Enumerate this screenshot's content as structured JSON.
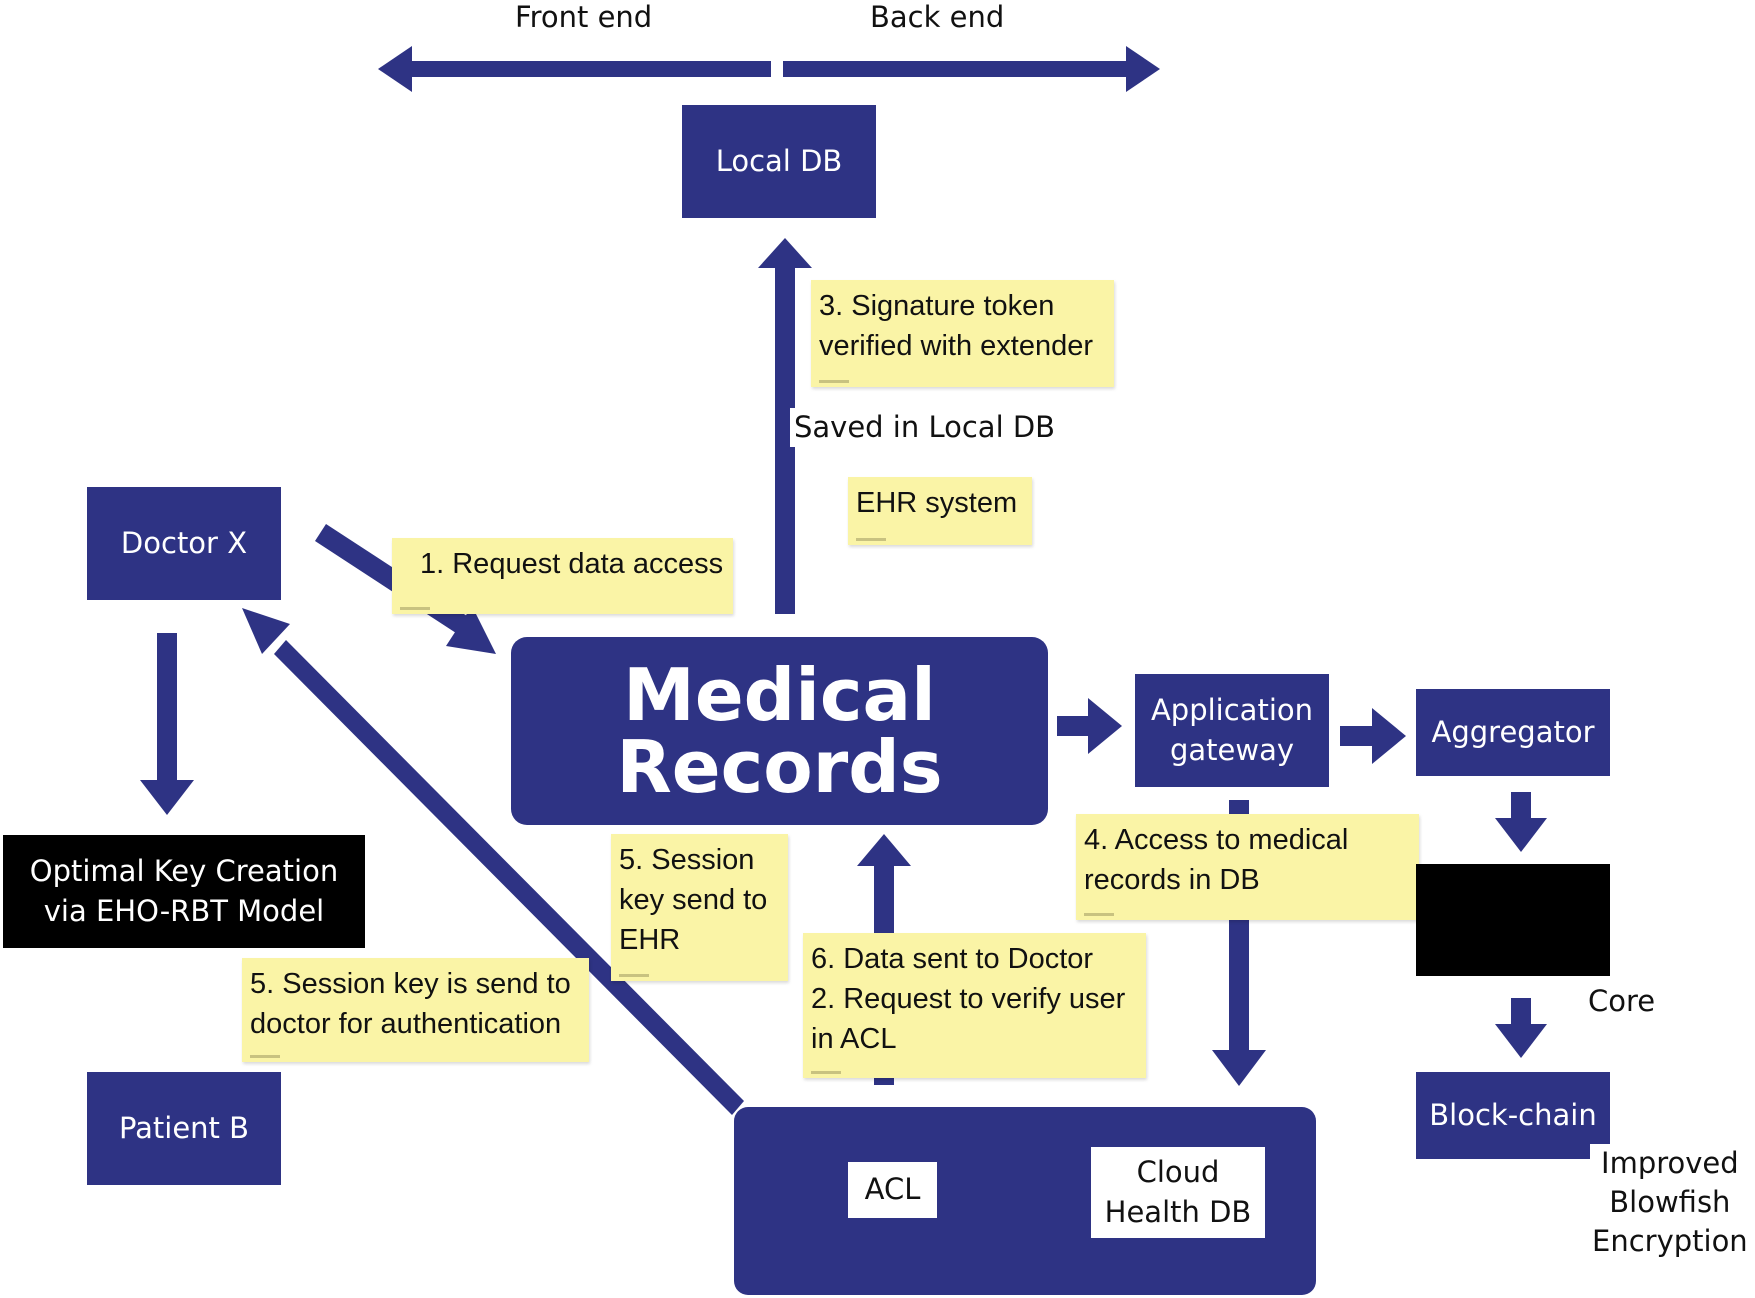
{
  "header": {
    "front_end": "Front end",
    "back_end": "Back end"
  },
  "nodes": {
    "local_db": "Local DB",
    "doctor_x": "Doctor X",
    "medical_records_line1": "Medical",
    "medical_records_line2": "Records",
    "app_gateway_line1": "Application",
    "app_gateway_line2": "gateway",
    "aggregator": "Aggregator",
    "key_creation_line1": "Optimal Key Creation",
    "key_creation_line2": "via EHO-RBT Model",
    "patient_b": "Patient B",
    "acl": "ACL",
    "cloud_db_line1": "Cloud",
    "cloud_db_line2": "Health DB",
    "blockchain": "Block-chain"
  },
  "notes": {
    "signature_line1": "3. Signature token",
    "signature_line2": "verified with extender",
    "ehr_system": "EHR system",
    "request_access": "1. Request data access",
    "session_ehr_line1": "5. Session",
    "session_ehr_line2": "key send to",
    "session_ehr_line3": "EHR",
    "access_records_line1": "4. Access to medical",
    "access_records_line2": "records in DB",
    "data_sent_line1": "6. Data sent to Doctor",
    "data_sent_line2": "2. Request to verify user",
    "data_sent_line3": "in ACL",
    "session_doctor_line1": "5. Session key is send to",
    "session_doctor_line2": "doctor for authentication"
  },
  "labels": {
    "saved_local_db": "Saved in Local DB",
    "core": "Core",
    "encryption_line1": "Improved",
    "encryption_line2": "Blowfish",
    "encryption_line3": "Encryption"
  },
  "colors": {
    "primary": "#2e3384",
    "note": "#faf4a6",
    "black": "#000000"
  }
}
